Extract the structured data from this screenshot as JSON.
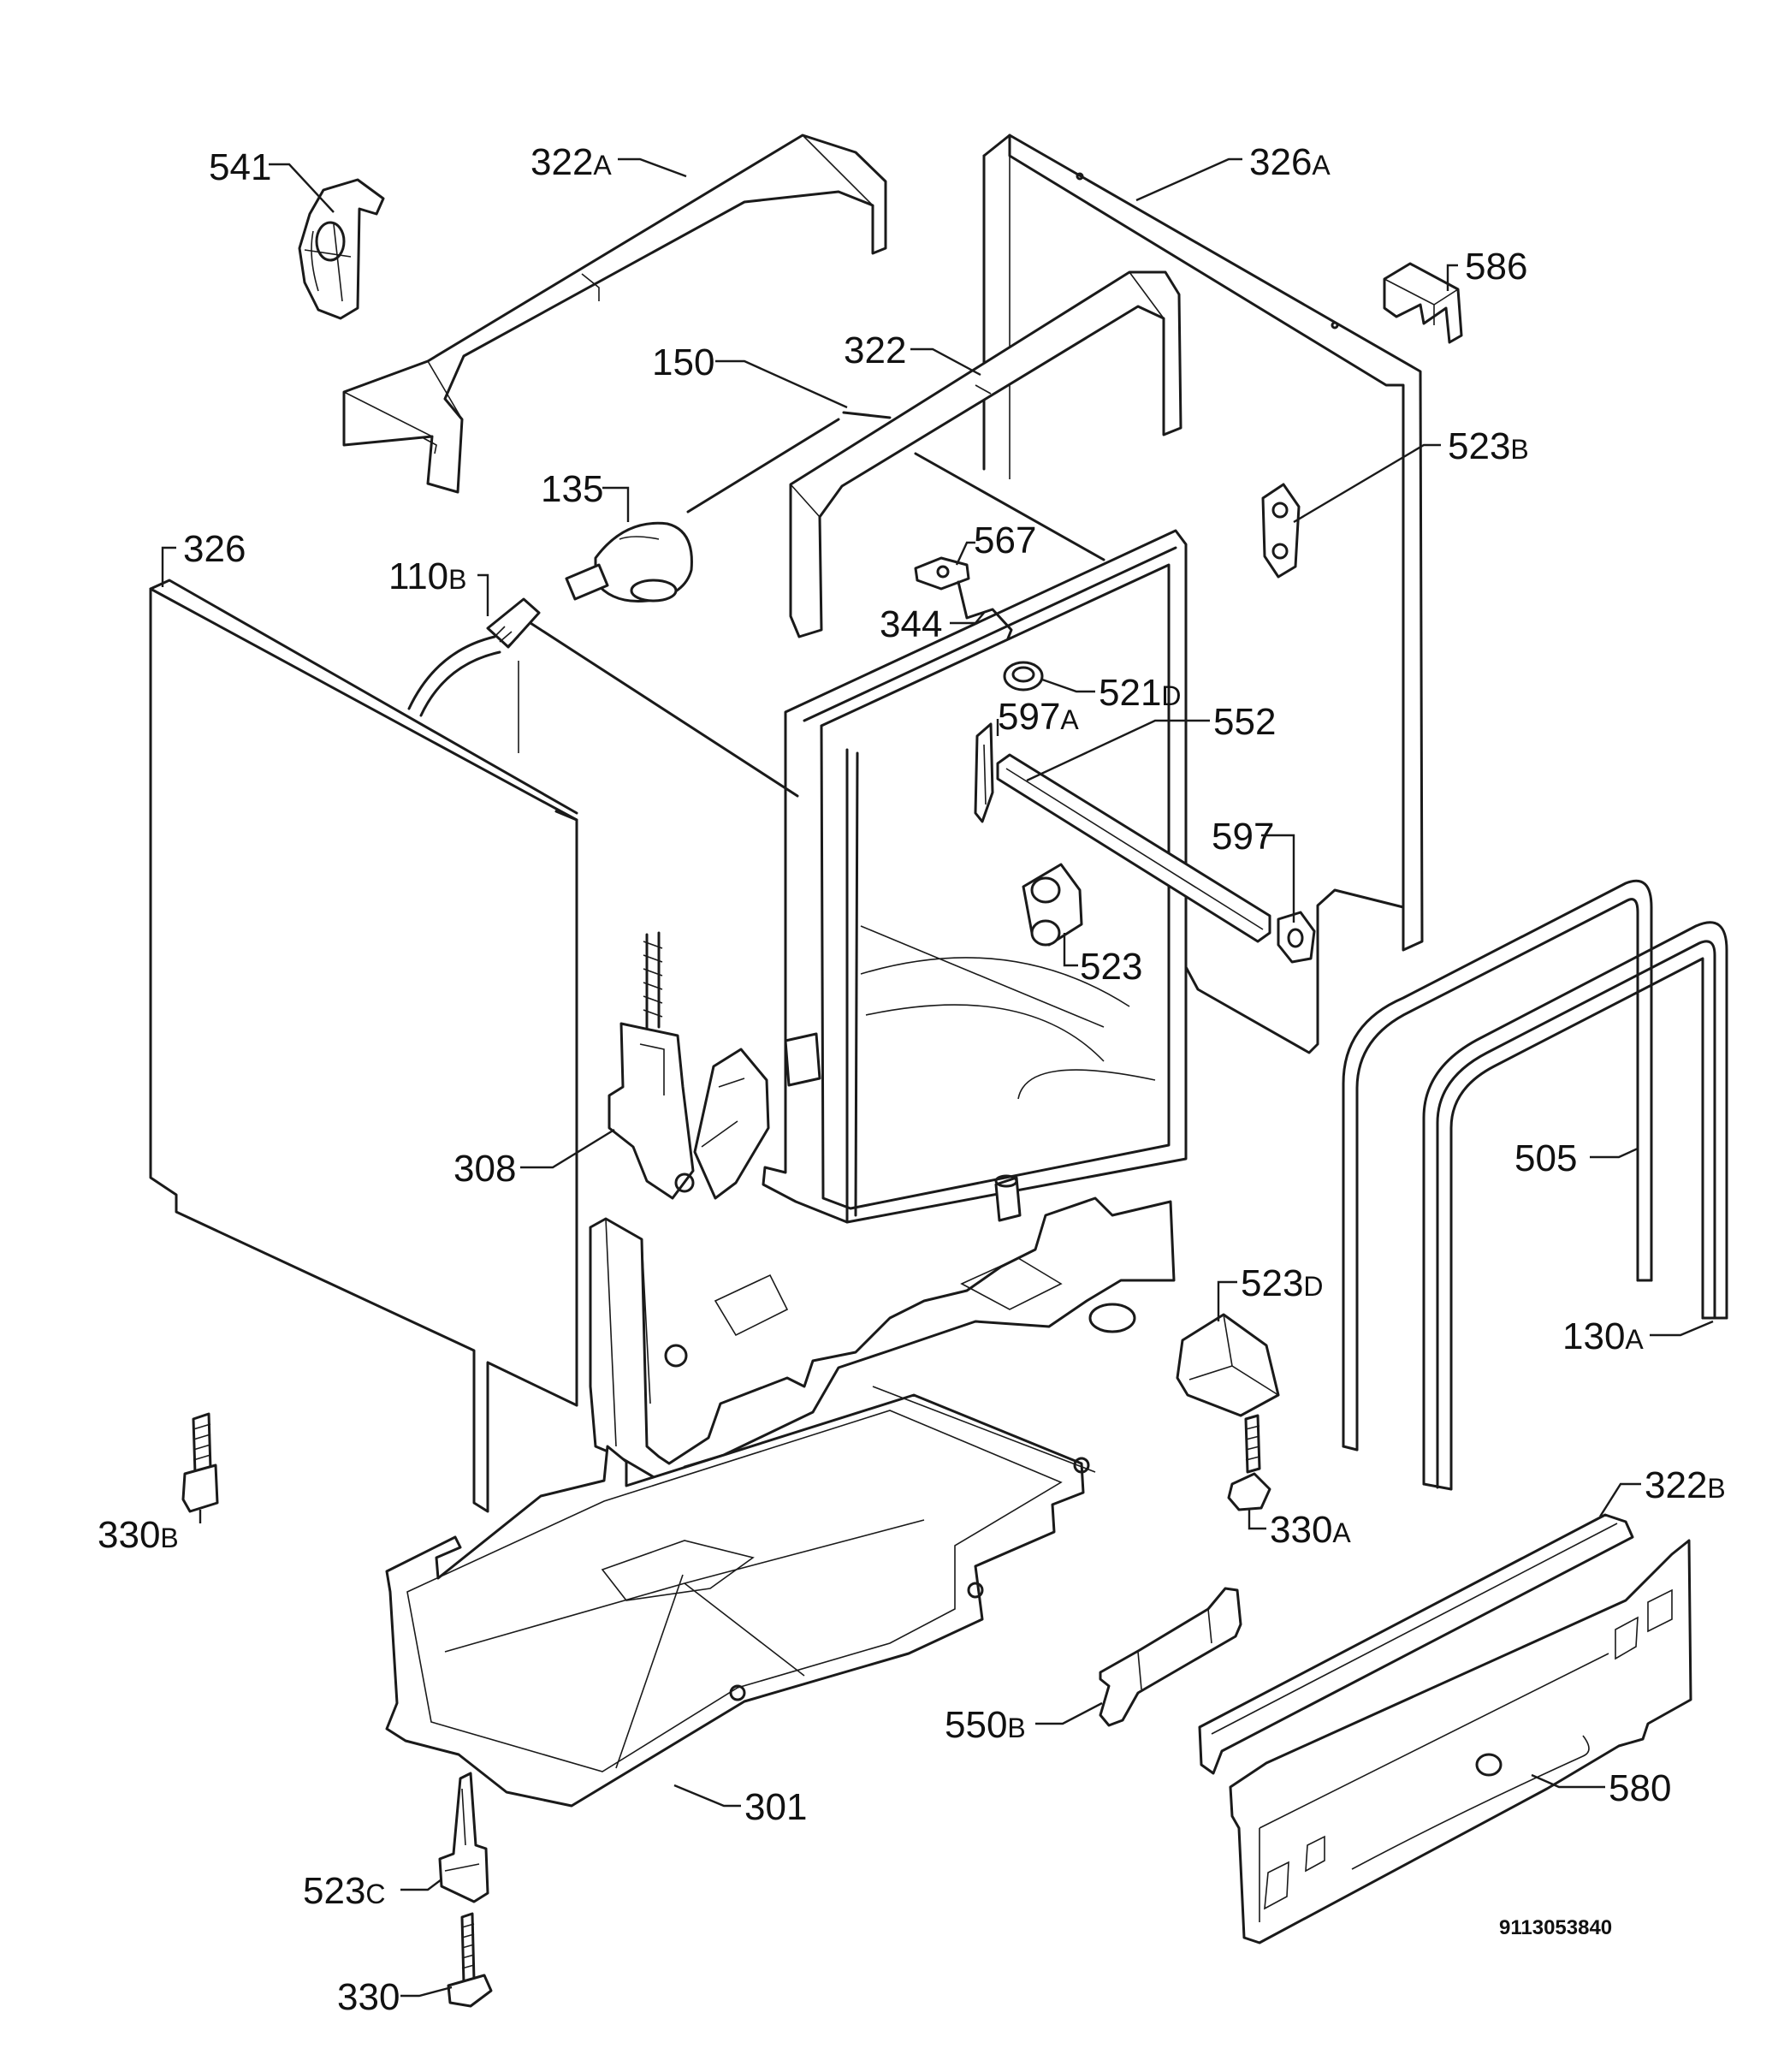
{
  "labels": [
    {
      "id": "541",
      "num": "541",
      "suffix": ""
    },
    {
      "id": "322A",
      "num": "322",
      "suffix": "A"
    },
    {
      "id": "326A",
      "num": "326",
      "suffix": "A"
    },
    {
      "id": "586",
      "num": "586",
      "suffix": ""
    },
    {
      "id": "150",
      "num": "150",
      "suffix": ""
    },
    {
      "id": "322",
      "num": "322",
      "suffix": ""
    },
    {
      "id": "523B",
      "num": "523",
      "suffix": "B"
    },
    {
      "id": "135",
      "num": "135",
      "suffix": ""
    },
    {
      "id": "326",
      "num": "326",
      "suffix": ""
    },
    {
      "id": "567",
      "num": "567",
      "suffix": ""
    },
    {
      "id": "110B",
      "num": "110",
      "suffix": "B"
    },
    {
      "id": "344",
      "num": "344",
      "suffix": ""
    },
    {
      "id": "521D",
      "num": "521",
      "suffix": "D"
    },
    {
      "id": "597A",
      "num": "597",
      "suffix": "A"
    },
    {
      "id": "552",
      "num": "552",
      "suffix": ""
    },
    {
      "id": "597",
      "num": "597",
      "suffix": ""
    },
    {
      "id": "523",
      "num": "523",
      "suffix": ""
    },
    {
      "id": "505",
      "num": "505",
      "suffix": ""
    },
    {
      "id": "308",
      "num": "308",
      "suffix": ""
    },
    {
      "id": "523D",
      "num": "523",
      "suffix": "D"
    },
    {
      "id": "130A",
      "num": "130",
      "suffix": "A"
    },
    {
      "id": "330B",
      "num": "330",
      "suffix": "B"
    },
    {
      "id": "322B",
      "num": "322",
      "suffix": "B"
    },
    {
      "id": "330A",
      "num": "330",
      "suffix": "A"
    },
    {
      "id": "550B",
      "num": "550",
      "suffix": "B"
    },
    {
      "id": "580",
      "num": "580",
      "suffix": ""
    },
    {
      "id": "301",
      "num": "301",
      "suffix": ""
    },
    {
      "id": "523C",
      "num": "523",
      "suffix": "C"
    },
    {
      "id": "330",
      "num": "330",
      "suffix": ""
    }
  ],
  "document_number": "9113053840"
}
